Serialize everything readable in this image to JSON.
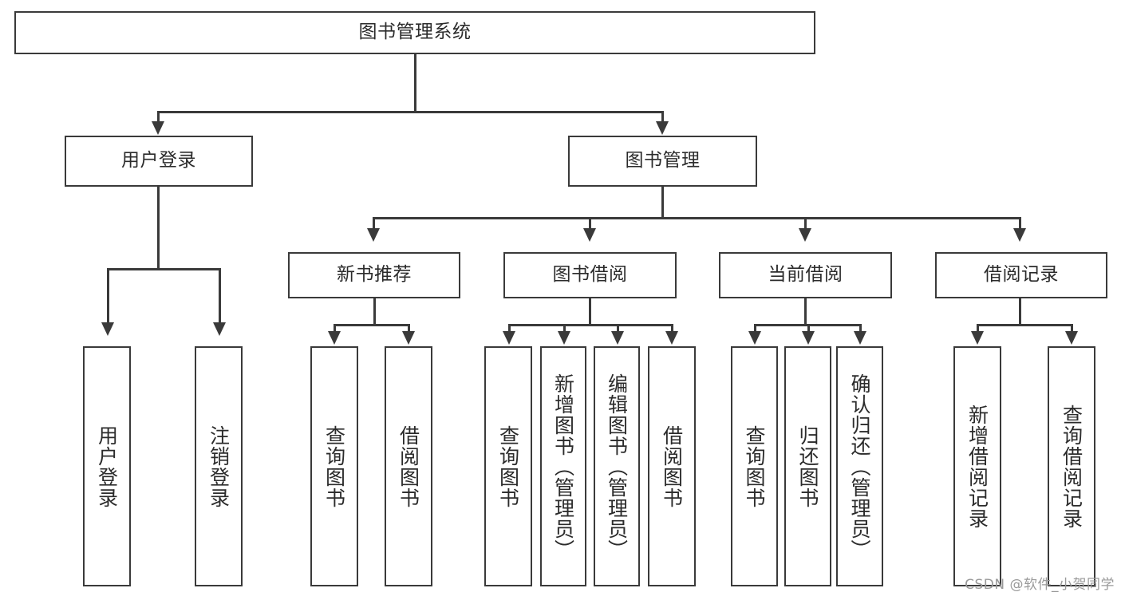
{
  "diagram": {
    "title": "图书管理系统",
    "type": "tree-hierarchy-diagram",
    "root": {
      "label": "图书管理系统"
    },
    "level2": [
      {
        "label": "用户登录"
      },
      {
        "label": "图书管理"
      }
    ],
    "level3": [
      {
        "label": "新书推荐"
      },
      {
        "label": "图书借阅"
      },
      {
        "label": "当前借阅"
      },
      {
        "label": "借阅记录"
      }
    ],
    "leaves": {
      "user_login": [
        {
          "label": "用户登录"
        },
        {
          "label": "注销登录"
        }
      ],
      "new_book_recommend": [
        {
          "label": "查询图书"
        },
        {
          "label": "借阅图书"
        }
      ],
      "book_borrow": [
        {
          "label": "查询图书"
        },
        {
          "label": "新增图书（管理员）"
        },
        {
          "label": "编辑图书（管理员）"
        },
        {
          "label": "借阅图书"
        }
      ],
      "current_borrow": [
        {
          "label": "查询图书"
        },
        {
          "label": "归还图书"
        },
        {
          "label": "确认归还（管理员）"
        }
      ],
      "borrow_record": [
        {
          "label": "新增借阅记录"
        },
        {
          "label": "查询借阅记录"
        }
      ]
    }
  },
  "watermark": {
    "text": "CSDN @软件_小贺同学"
  },
  "colors": {
    "stroke": "#3a3a3a",
    "background": "#ffffff",
    "text": "#2b2b2b",
    "watermark": "#9a9a9a"
  }
}
